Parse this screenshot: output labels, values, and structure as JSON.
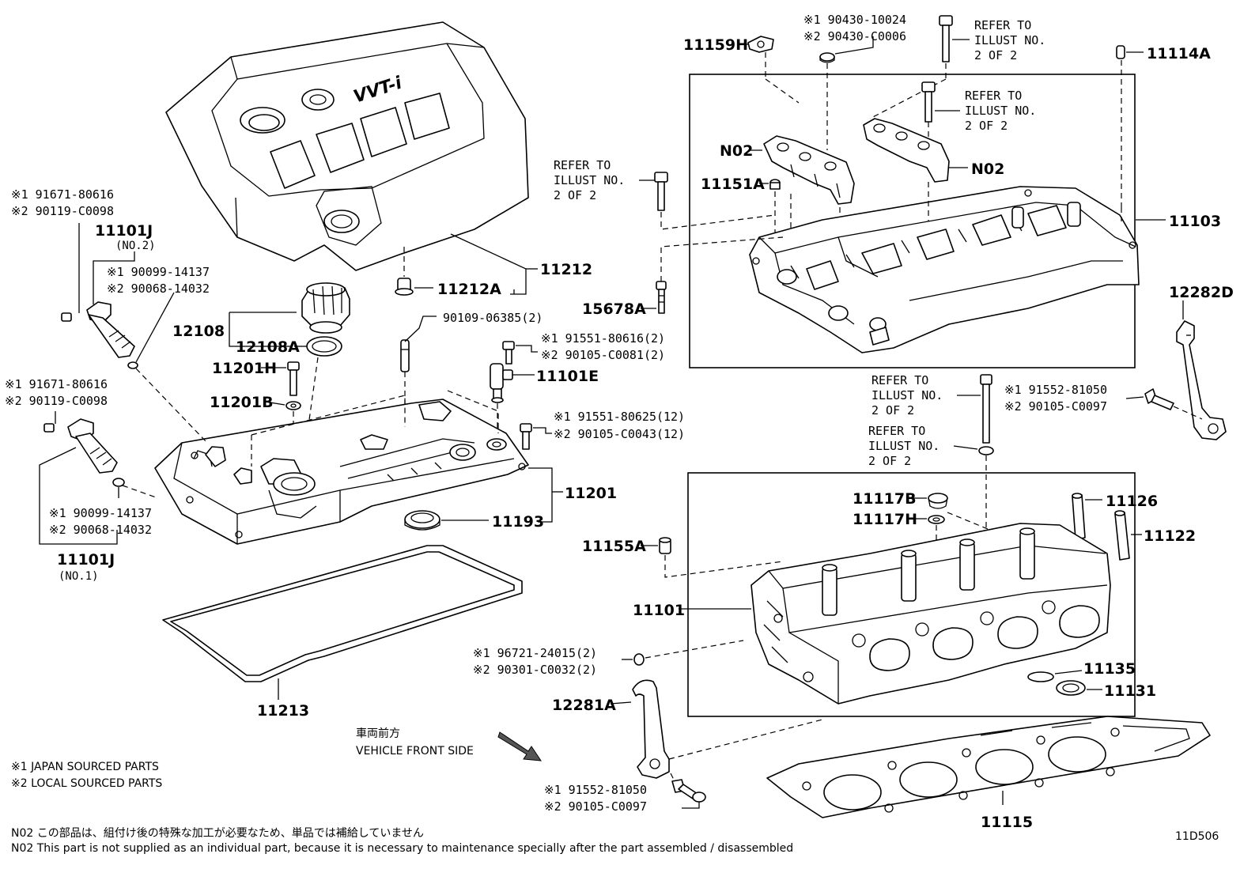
{
  "labels": {
    "p11212": "11212",
    "p11212a": "11212A",
    "p12108": "12108",
    "p12108a": "12108A",
    "p11201h": "11201H",
    "p11201b": "11201B",
    "p11201": "11201",
    "p11193": "11193",
    "p11213": "11213",
    "p11101e": "11101E",
    "p11101j_top": "11101J",
    "no2": "(NO.2)",
    "p11101j_bot": "11101J",
    "no1": "(NO.1)",
    "p11159h": "11159H",
    "p11114a": "11114A",
    "n02_left": "N02",
    "n02_right": "N02",
    "p11151a": "11151A",
    "p11103": "11103",
    "p15678a": "15678A",
    "p12282d": "12282D",
    "p11117b": "11117B",
    "p11117h": "11117H",
    "p11126": "11126",
    "p11122": "11122",
    "p11155a": "11155A",
    "p11101": "11101",
    "p11135": "11135",
    "p11131": "11131",
    "p12281a": "12281A",
    "p11115": "11115",
    "fig_code": "11D506"
  },
  "notes": {
    "vvt_bolt_1": "※1 91671-80616",
    "vvt_bolt_2": "※2 90119-C0098",
    "oring_top_1": "※1 90099-14137",
    "oring_top_2": "※2 90068-14032",
    "vvt_bolt_b1": "※1 91671-80616",
    "vvt_bolt_b2": "※2 90119-C0098",
    "oring_bot_1": "※1 90099-14137",
    "oring_bot_2": "※2 90068-14032",
    "stud": "90109-06385(2)",
    "sensor_bolt_1": "※1 91551-80616(2)",
    "sensor_bolt_2": "※2 90105-C0081(2)",
    "cover_bolt_1": "※1 91551-80625(12)",
    "cover_bolt_2": "※2 90105-C0043(12)",
    "washer_1": "※1 90430-10024",
    "washer_2": "※2 90430-C0006",
    "hanger_bolt_1": "※1 91552-81050",
    "hanger_bolt_2": "※2 90105-C0097",
    "gasket_1": "※1 96721-24015(2)",
    "gasket_2": "※2 90301-C0032(2)",
    "hanger2_bolt_1": "※1 91552-81050",
    "hanger2_bolt_2": "※2 90105-C0097"
  },
  "refer": {
    "line1": "REFER TO",
    "line2": "ILLUST NO.",
    "line3": "2 OF 2"
  },
  "direction": {
    "jp": "車両前方",
    "en": "VEHICLE FRONT SIDE"
  },
  "legend": {
    "japan": "※1  JAPAN SOURCED PARTS",
    "local": "※2  LOCAL SOURCED PARTS"
  },
  "footnote": {
    "jp": "N02  この部品は、組付け後の特殊な加工が必要なため、単品では補給していません",
    "en": "N02  This part is not supplied as an individual part, because it is necessary to maintenance specially after the part assembled / disassembled"
  },
  "cover_badge": "VVT-i"
}
